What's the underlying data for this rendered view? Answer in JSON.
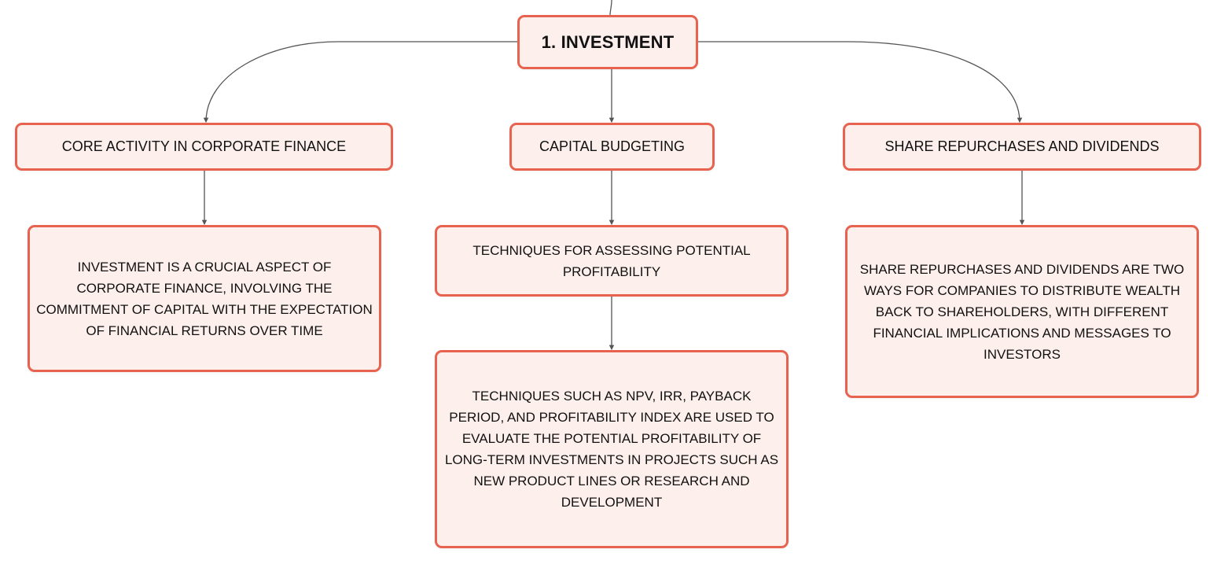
{
  "diagram": {
    "root": {
      "label": "1. Investment"
    },
    "branches": [
      {
        "label": "Core Activity in Corporate Finance",
        "detail": "Investment is a crucial aspect of corporate finance, involving the commitment of capital with the expectation of financial returns over time"
      },
      {
        "label": "Capital Budgeting",
        "sub": "Techniques for assessing potential profitability",
        "detail": "Techniques such as NPV, IRR, payback period, and profitability index are used to evaluate the potential profitability of long-term investments in projects such as new product lines or research and development"
      },
      {
        "label": "Share Repurchases and Dividends",
        "detail": "Share repurchases and dividends are two ways for companies to distribute wealth back to shareholders, with different financial implications and messages to investors"
      }
    ]
  },
  "colors": {
    "node_fill": "#fdf0ec",
    "node_border": "#e8634f",
    "connector": "#555555",
    "text": "#111111"
  }
}
